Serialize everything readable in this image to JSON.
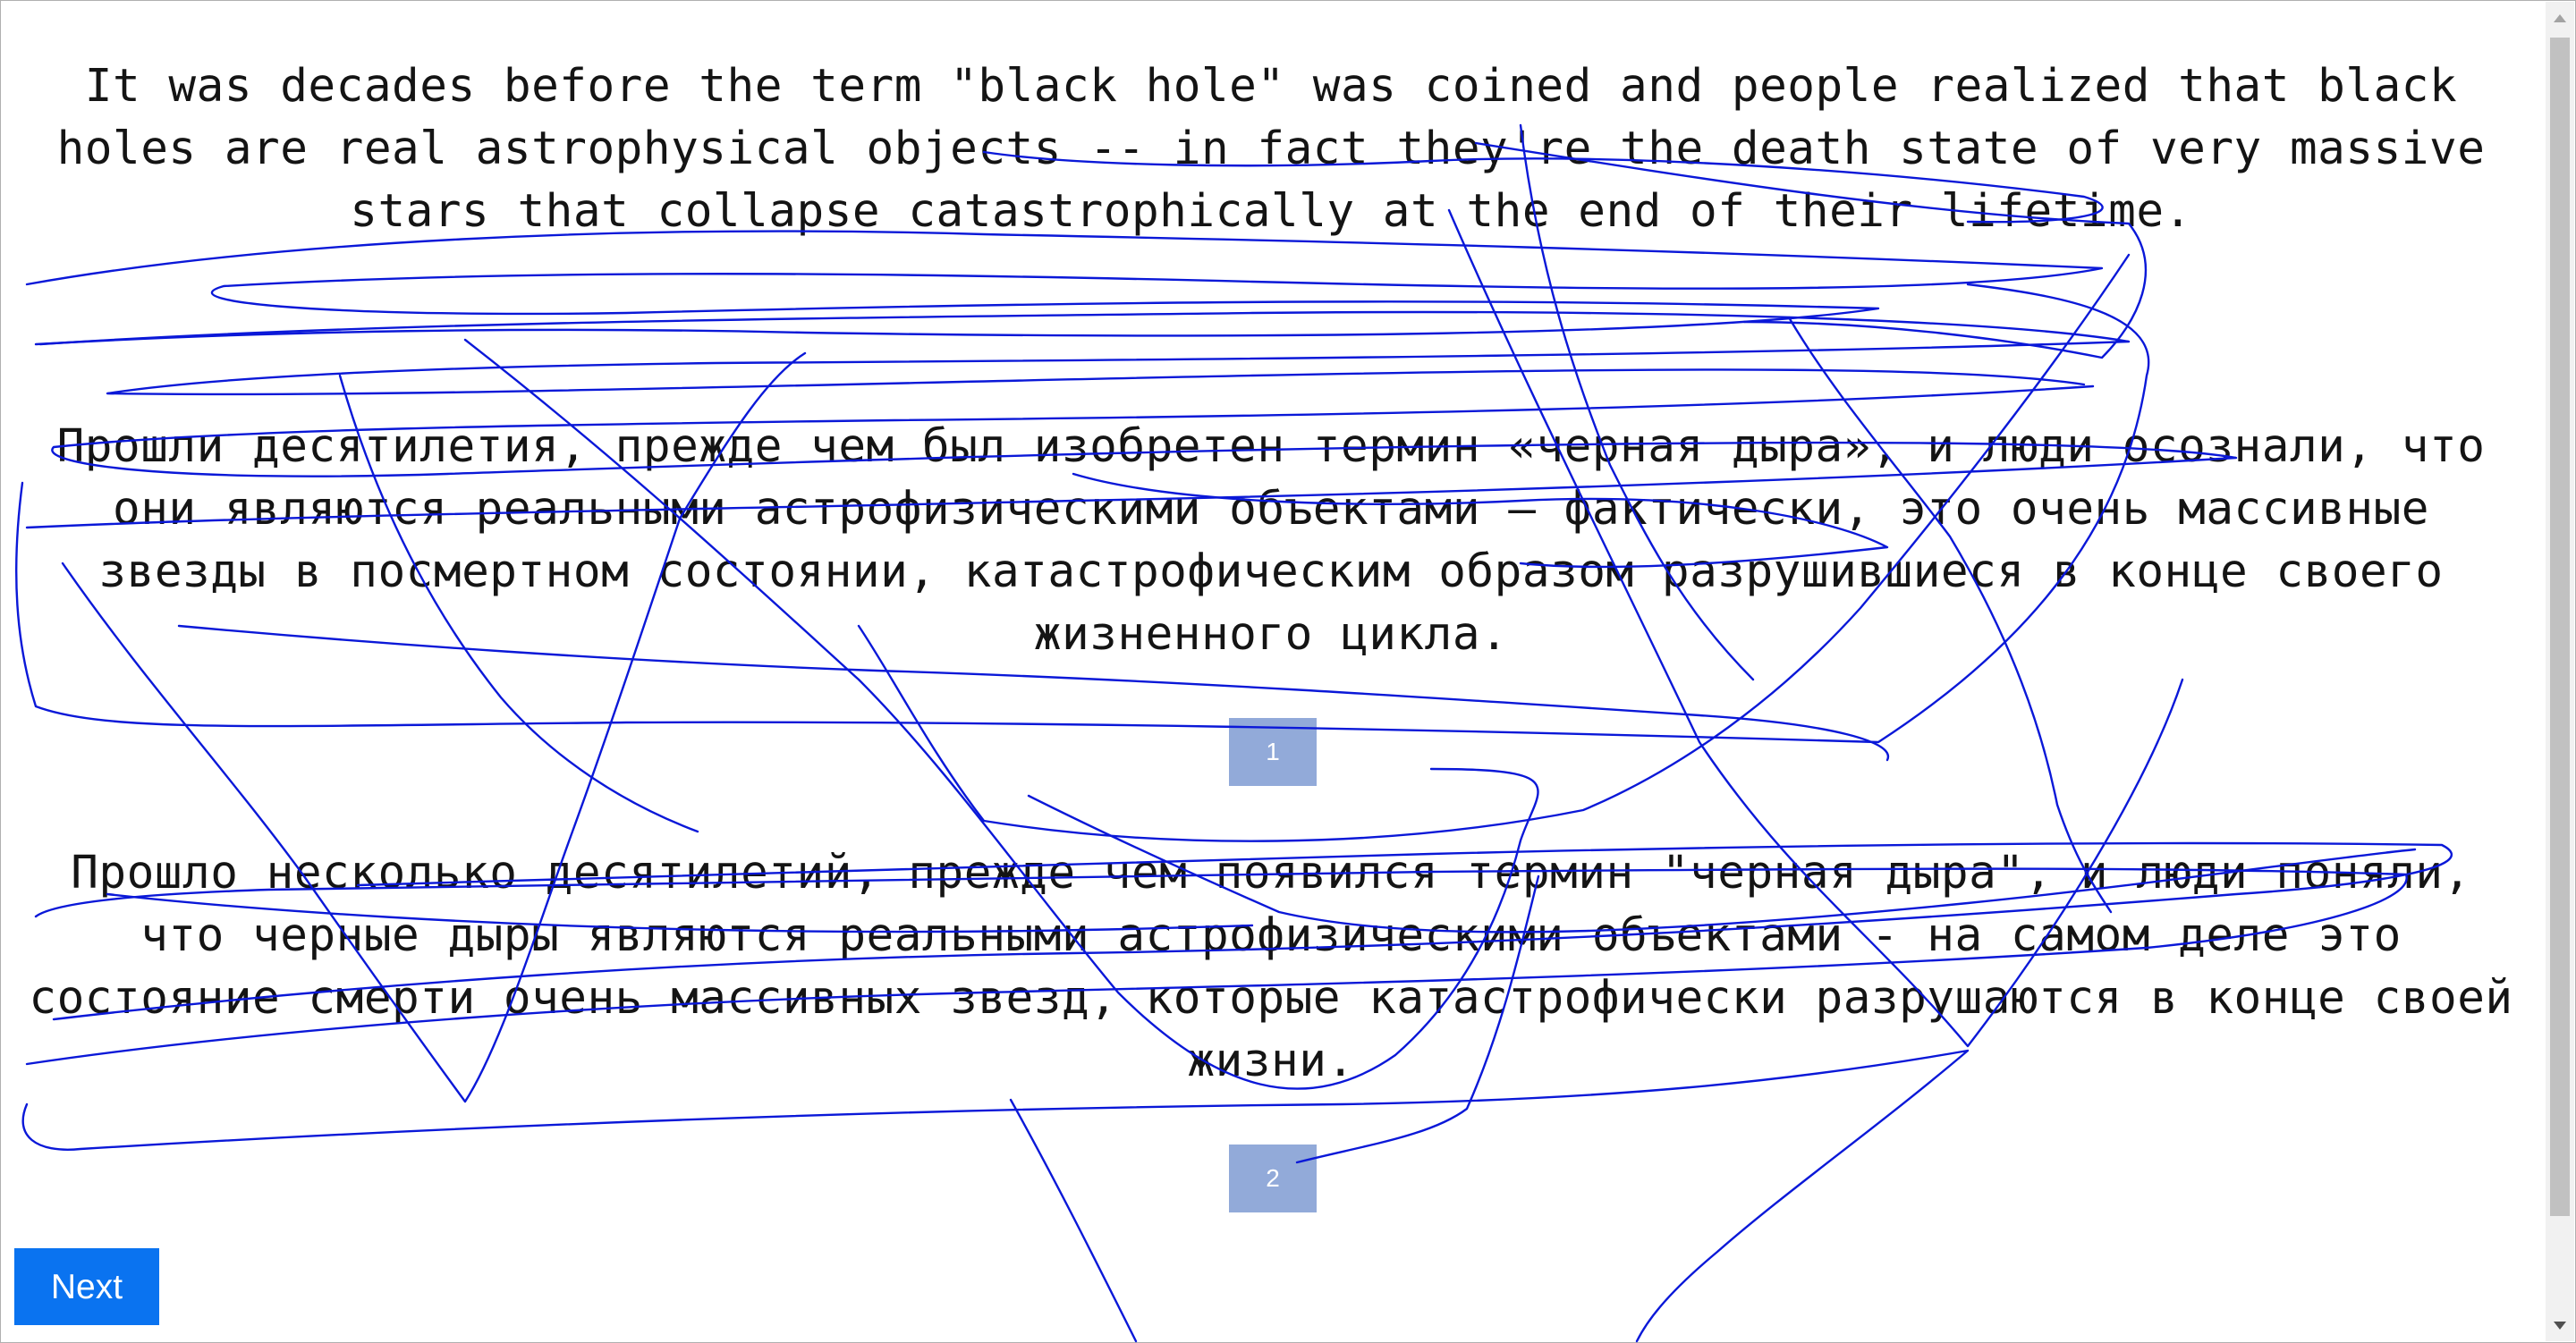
{
  "paragraphs": [
    "It was decades before the term \"black hole\" was coined and people realized that black holes are real astrophysical objects -- in fact they're the death state of very massive stars that collapse catastrophically at the end of their lifetime.",
    "Прошли десятилетия, прежде чем был изобретен термин «черная дыра», и люди осознали, что они являются реальными астрофизическими объектами – фактически, это очень массивные звезды в посмертном состоянии, катастрофическим образом разрушившиеся в конце своего жизненного цикла.",
    "Прошло несколько десятилетий, прежде чем появился термин \"черная дыра\", и люди поняли, что черные дыры являются реальными астрофизическими объектами - на самом деле это состояние смерти очень массивных звезд, которые катастрофически разрушаются в конце своей жизни."
  ],
  "markers": [
    "1",
    "2"
  ],
  "next_label": "Next",
  "colors": {
    "scribble": "#0a18d8",
    "marker": "#446dbd",
    "button": "#0a73f0"
  }
}
